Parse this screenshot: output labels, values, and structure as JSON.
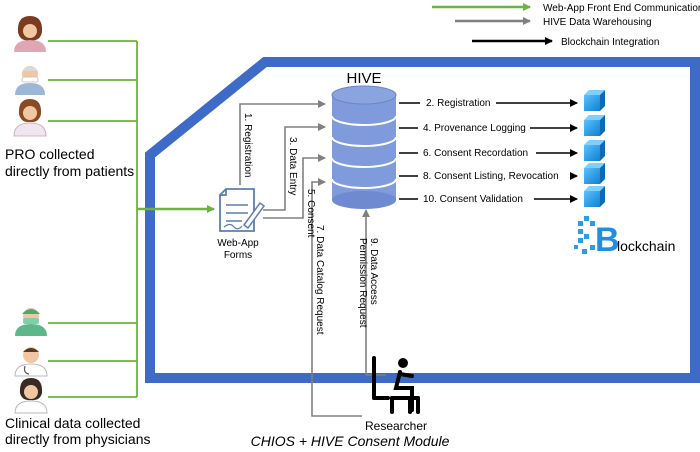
{
  "legend": {
    "web_app": "Web-App Front End Communication",
    "hive_dw": "HIVE Data Warehousing",
    "blockchain": "Blockchain Integration",
    "colors": {
      "web_app": "#6db33f",
      "hive_dw": "#808080",
      "blockchain": "#000000"
    }
  },
  "hive": {
    "title": "HIVE"
  },
  "groups": {
    "patients": [
      "PRO collected",
      "directly from patients"
    ],
    "physicians": [
      "Clinical data collected",
      "directly from physicians"
    ]
  },
  "webapp": {
    "line1": "Web-App",
    "line2": "Forms"
  },
  "flows_out": [
    "2. Registration",
    "4. Provenance Logging",
    "6. Consent Recordation",
    "8. Consent Listing, Revocation",
    "10. Consent Validation"
  ],
  "flows_in": {
    "f1": "1. Registration",
    "f3": "3. Data Entry",
    "f5": "5. Consent",
    "f7": "7. Data Catalog Request",
    "f9a": "9. Data Access",
    "f9b": "Permission Request"
  },
  "blockchain_logo": {
    "letter": "B",
    "rest": "lockchain"
  },
  "researcher": {
    "label": "Researcher"
  },
  "module_title": "CHIOS + HIVE Consent Module",
  "theme": {
    "frame": "#3d6bc7",
    "green": "#6db33f",
    "disk": "#8aa4e0",
    "disk_dark": "#6a84c8",
    "cube": "#1f9be6"
  }
}
